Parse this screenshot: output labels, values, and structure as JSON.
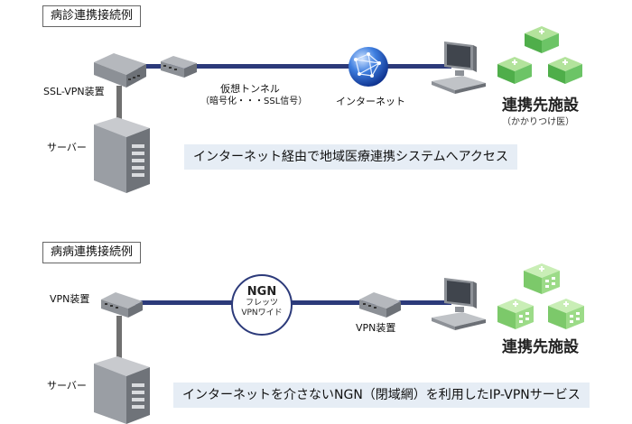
{
  "section1": {
    "title": "病診連携接続例",
    "vpn_label": "SSL-VPN装置",
    "server_label": "サーバー",
    "tunnel_label_line1": "仮想トンネル",
    "tunnel_label_line2": "（暗号化・・・SSL信号）",
    "internet_label": "インターネット",
    "facility_label": "連携先施設",
    "facility_sub": "（かかりつけ医）",
    "banner": "インターネット経由で地域医療連携システムへアクセス"
  },
  "section2": {
    "title": "病病連携接続例",
    "vpn_label_left": "VPN装置",
    "server_label": "サーバー",
    "ngn_title": "NGN",
    "ngn_line1": "フレッツ",
    "ngn_line2": "VPNワイド",
    "vpn_label_right": "VPN装置",
    "facility_label": "連携先施設",
    "banner": "インターネットを介さないNGN（閉域網）を利用したIP-VPNサービス"
  },
  "colors": {
    "network_line": "#2c3a7a",
    "banner_bg": "#e6edf5",
    "clinic_green": "#5fb85a",
    "hospital_green": "#8ed07a"
  }
}
